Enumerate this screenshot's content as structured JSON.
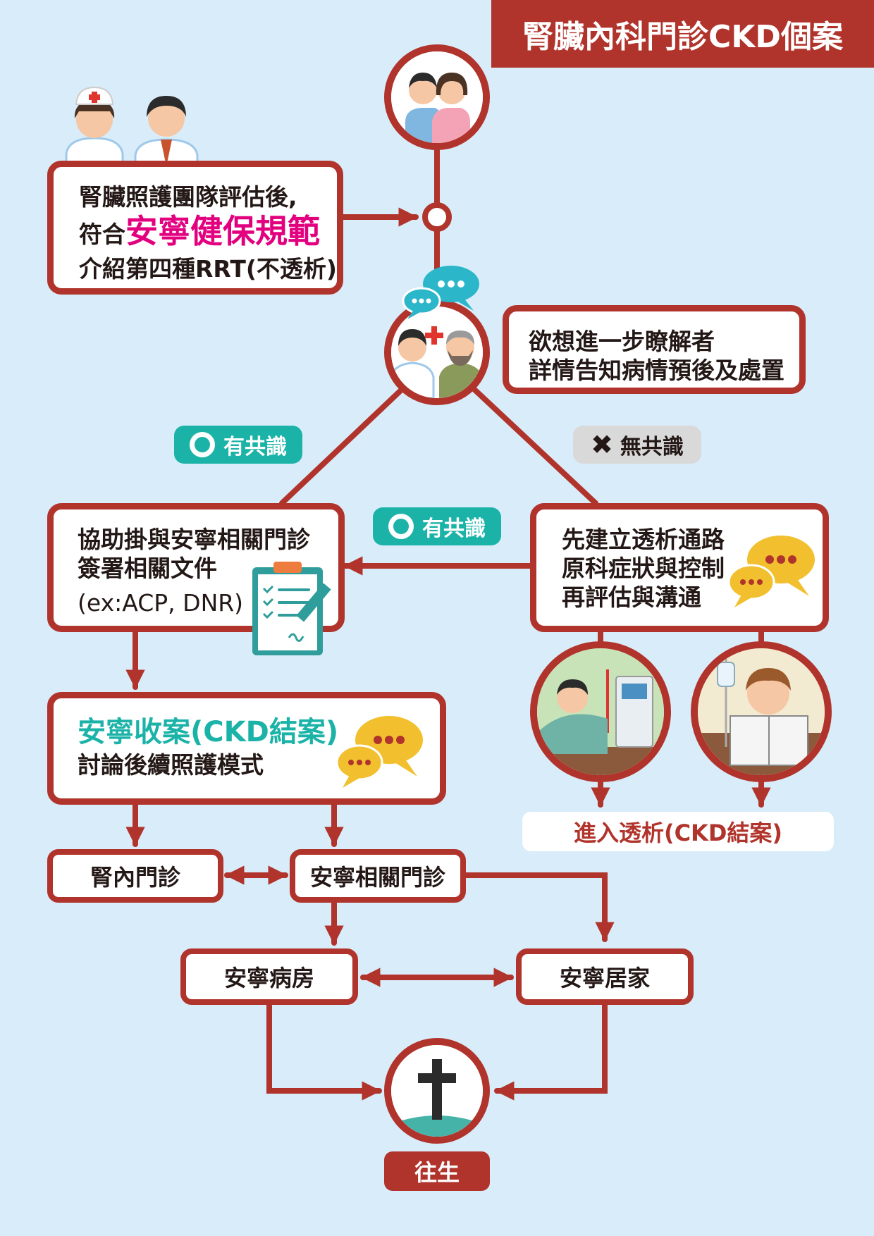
{
  "title": "腎臟內科門診CKD個案",
  "colors": {
    "frame": "#b0342c",
    "accent_pink": "#e3007f",
    "accent_teal": "#1bb3a8",
    "background": "#d9ecf9"
  },
  "team_box": {
    "line1": "腎臟照護團隊評估後,",
    "line2_prefix": "符合",
    "line2_highlight": "安寧健保規範",
    "line3": "介紹第四種RRT(不透析)"
  },
  "inform_box": {
    "line1": "欲想進一步瞭解者",
    "line2": "詳情告知病情預後及處置"
  },
  "consensus_yes": "有共識",
  "consensus_no": "無共識",
  "consensus_yes_2": "有共識",
  "assist_box": {
    "line1": "協助掛與安寧相關門診",
    "line2": "簽署相關文件",
    "line3": "(ex:ACP, DNR)"
  },
  "dialysis_box": {
    "line1": "先建立透析通路",
    "line2": "原科症狀與控制",
    "line3": "再評估與溝通"
  },
  "hospice_box": {
    "line1": "安寧收案(CKD結案)",
    "line2": "討論後續照護模式"
  },
  "enter_dialysis": "進入透析(CKD結案)",
  "nephro_clinic": "腎內門診",
  "hospice_clinic": "安寧相關門診",
  "hospice_ward": "安寧病房",
  "hospice_home": "安寧居家",
  "death": "往生",
  "icons": [
    "patient-couple-icon",
    "nurse-icon",
    "doctor-icon",
    "consultation-icon",
    "chat-bubble-icon",
    "clipboard-icon",
    "dialysis-patient-icon",
    "reading-patient-icon",
    "cross-grave-icon"
  ]
}
